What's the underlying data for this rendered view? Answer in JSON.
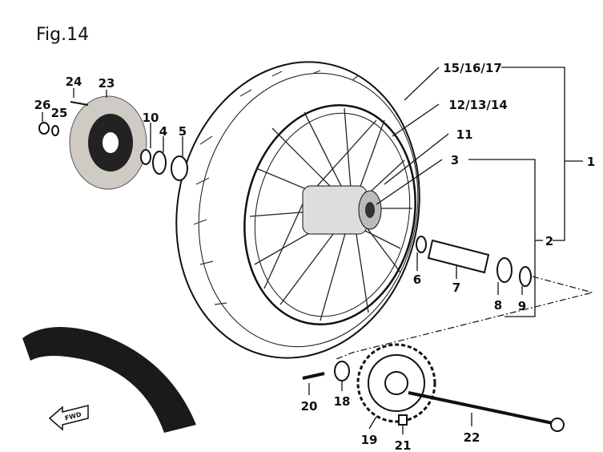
{
  "figure_title": "Fig.14",
  "direction_arrow": "FWD",
  "part_labels": {
    "tire": "15/16/17",
    "rim": "12/13/14",
    "spokes": "11",
    "hub": "3",
    "assembly_1": "1",
    "assembly_2": "2",
    "collar_6": "6",
    "axle_collar_7": "7",
    "bearing_8": "8",
    "seal_9": "9",
    "collar_10": "10",
    "seal_4": "4",
    "bearing_5": "5",
    "disc": "23",
    "disc_bolt": "24",
    "nut_26": "26",
    "washer_25": "25",
    "stud_20": "20",
    "damper_18": "18",
    "sprocket": "19",
    "nut_21": "21",
    "axle": "22"
  },
  "colors": {
    "line": "#111111",
    "disc": "#cfcac4",
    "tire": "#1a1a1a"
  }
}
